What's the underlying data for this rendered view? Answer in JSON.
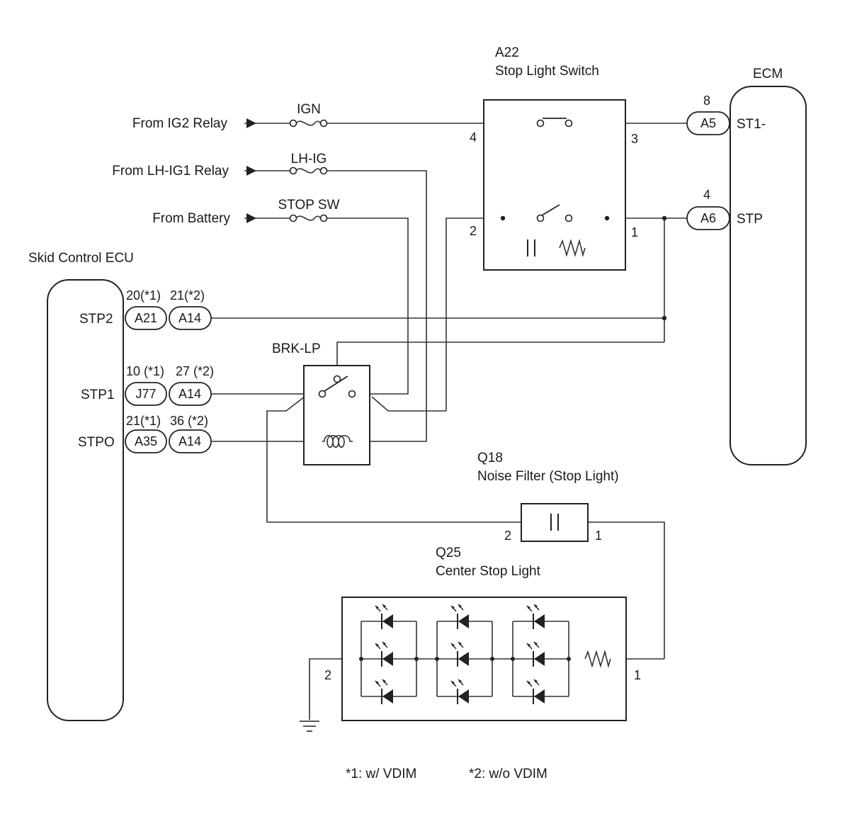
{
  "components": {
    "a22": {
      "code": "A22",
      "name": "Stop Light Switch"
    },
    "ecm": {
      "name": "ECM"
    },
    "skid": {
      "name": "Skid Control ECU"
    },
    "brklp": {
      "name": "BRK-LP"
    },
    "q18": {
      "code": "Q18",
      "name": "Noise Filter (Stop Light)"
    },
    "q25": {
      "code": "Q25",
      "name": "Center Stop Light"
    }
  },
  "sources": {
    "ig2": "From IG2 Relay",
    "lhig1": "From LH-IG1 Relay",
    "battery": "From Battery"
  },
  "fuses": {
    "ign": "IGN",
    "lhig": "LH-IG",
    "stopsw": "STOP SW"
  },
  "ecm_terminals": {
    "st1": {
      "connector": "A5",
      "pin": "8",
      "label": "ST1-"
    },
    "stp": {
      "connector": "A6",
      "pin": "4",
      "label": "STP"
    }
  },
  "a22_pins": {
    "p4": "4",
    "p3": "3",
    "p2": "2",
    "p1": "1"
  },
  "skid_terminals": {
    "stp2": {
      "label": "STP2",
      "pins_vdim": "20(*1)",
      "pins_novdim": "21(*2)",
      "conn_vdim": "A21",
      "conn_novdim": "A14"
    },
    "stp1": {
      "label": "STP1",
      "pins_vdim": "10 (*1)",
      "pins_novdim": "27 (*2)",
      "conn_vdim": "J77",
      "conn_novdim": "A14"
    },
    "stpo": {
      "label": "STPO",
      "pins_vdim": "21(*1)",
      "pins_novdim": "36 (*2)",
      "conn_vdim": "A35",
      "conn_novdim": "A14"
    }
  },
  "q18_pins": {
    "p2": "2",
    "p1": "1"
  },
  "q25_pins": {
    "p2": "2",
    "p1": "1"
  },
  "footnotes": {
    "n1": "*1: w/ VDIM",
    "n2": "*2: w/o VDIM"
  }
}
